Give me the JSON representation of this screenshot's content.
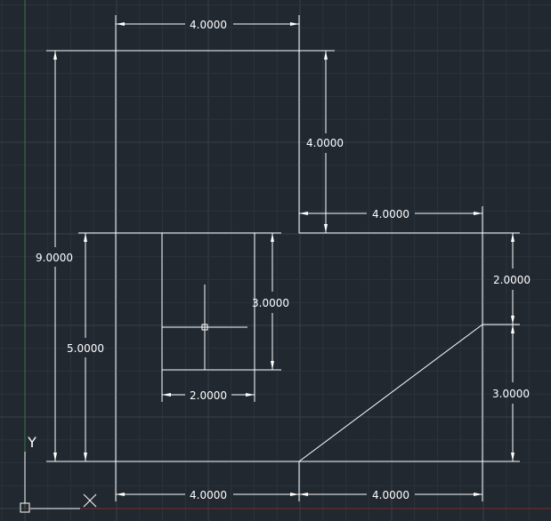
{
  "colors": {
    "background": "#212830",
    "grid_minor": "#2a323c",
    "grid_major": "#38414c",
    "geometry": "#ffffff",
    "dimension": "#ffffff",
    "y_axis": "#3c7a3c",
    "x_axis": "#7a2a2a"
  },
  "dimensions": [
    {
      "id": "top-width",
      "value": "4.0000"
    },
    {
      "id": "overall-height",
      "value": "9.0000"
    },
    {
      "id": "notch-height",
      "value": "4.0000"
    },
    {
      "id": "notch-width",
      "value": "4.0000"
    },
    {
      "id": "lower-left-height",
      "value": "5.0000"
    },
    {
      "id": "cutout-height",
      "value": "3.0000"
    },
    {
      "id": "cutout-width",
      "value": "2.0000"
    },
    {
      "id": "right-upper-height",
      "value": "2.0000"
    },
    {
      "id": "right-lower-height",
      "value": "3.0000"
    },
    {
      "id": "bottom-left-width",
      "value": "4.0000"
    },
    {
      "id": "bottom-right-width",
      "value": "4.0000"
    }
  ],
  "ucs": {
    "y_label": "Y",
    "x_icon": "x-axis-icon"
  }
}
